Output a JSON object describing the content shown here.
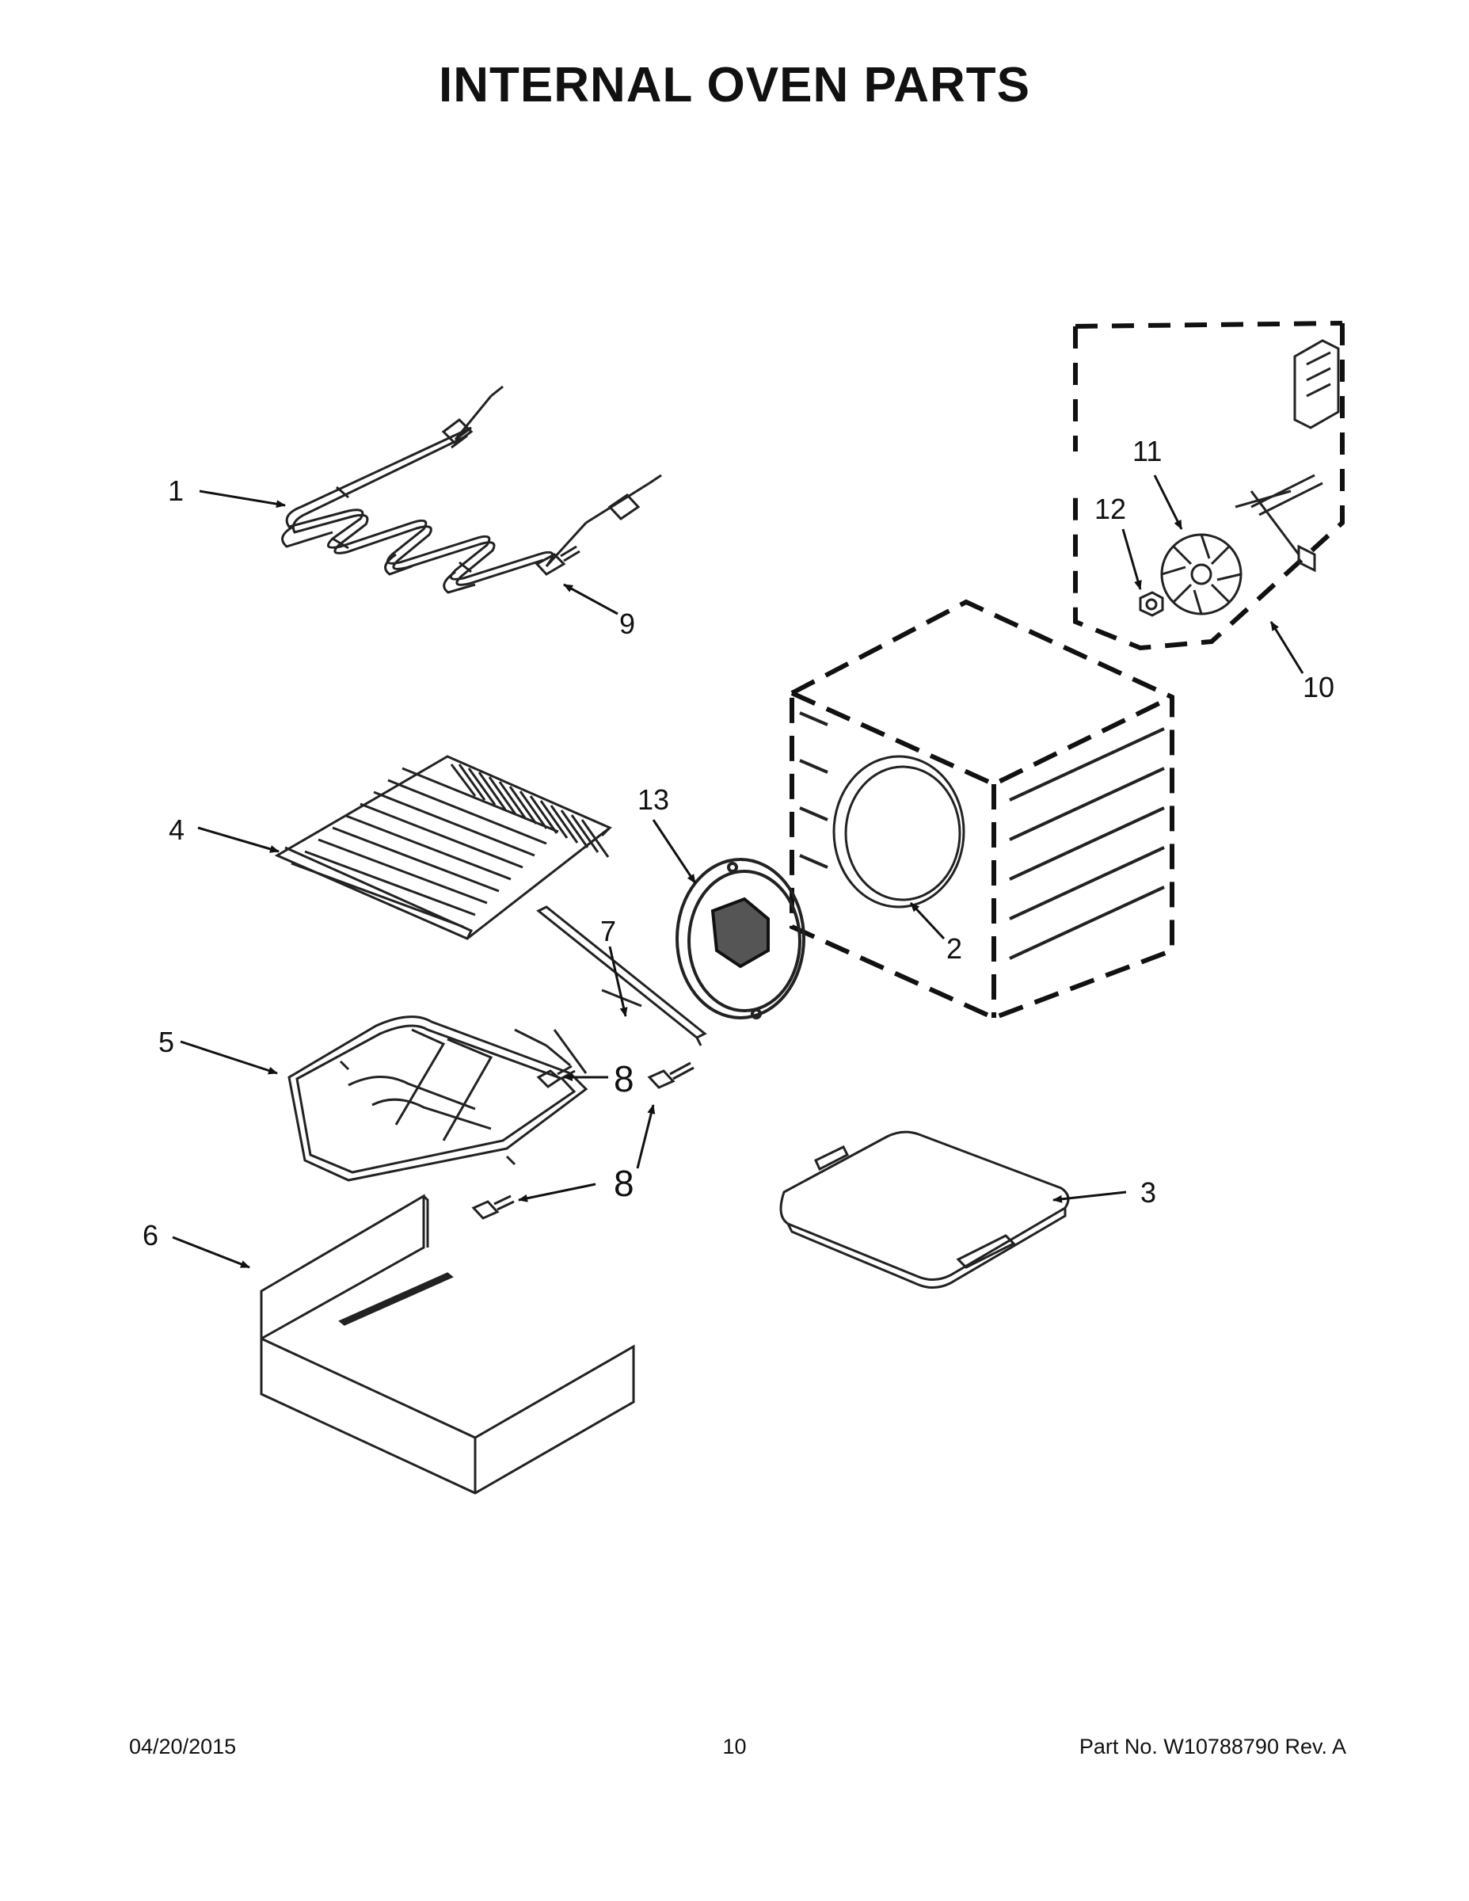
{
  "page": {
    "title": "INTERNAL OVEN PARTS"
  },
  "callouts": {
    "c1": "1",
    "c2": "2",
    "c3": "3",
    "c4": "4",
    "c5": "5",
    "c6": "6",
    "c7": "7",
    "c8a": "8",
    "c8b": "8",
    "c9": "9",
    "c10": "10",
    "c11": "11",
    "c12": "12",
    "c13": "13"
  },
  "footer": {
    "date": "04/20/2015",
    "page_number": "10",
    "part_number": "Part No.  W10788790  Rev.  A"
  }
}
